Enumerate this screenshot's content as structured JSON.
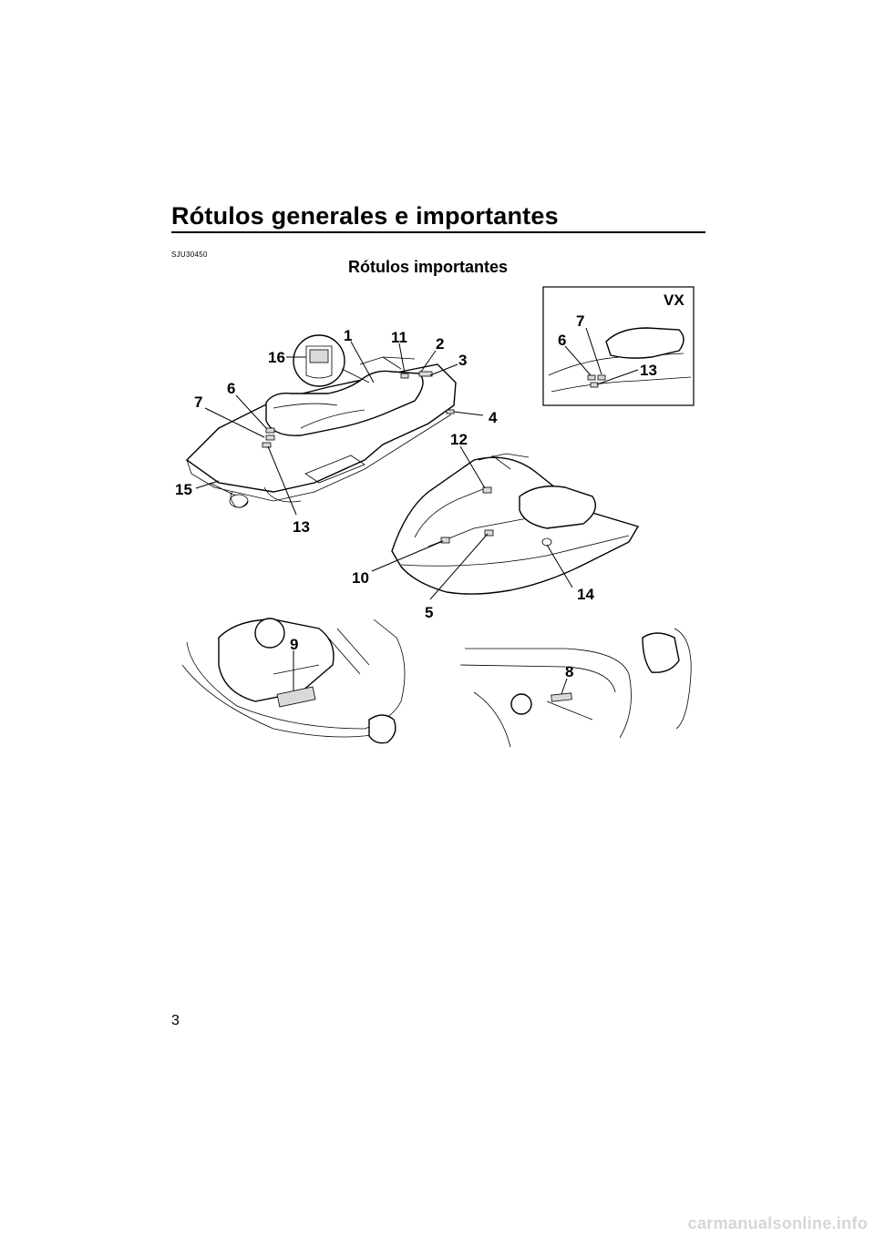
{
  "page": {
    "title": "Rótulos generales e importantes",
    "doc_code": "SJU30450",
    "section_heading": "Rótulos importantes",
    "page_number": "3",
    "watermark": "carmanualsonline.info"
  },
  "figure": {
    "inset_model_label": "VX",
    "callouts": {
      "c1": "1",
      "c2": "2",
      "c3": "3",
      "c4": "4",
      "c5": "5",
      "c6": "6",
      "c7": "7",
      "c8": "8",
      "c9": "9",
      "c10": "10",
      "c11": "11",
      "c12": "12",
      "c13": "13",
      "c14": "14",
      "c15": "15",
      "c16": "16"
    },
    "inset_callouts": {
      "c6": "6",
      "c7": "7",
      "c13": "13"
    }
  }
}
